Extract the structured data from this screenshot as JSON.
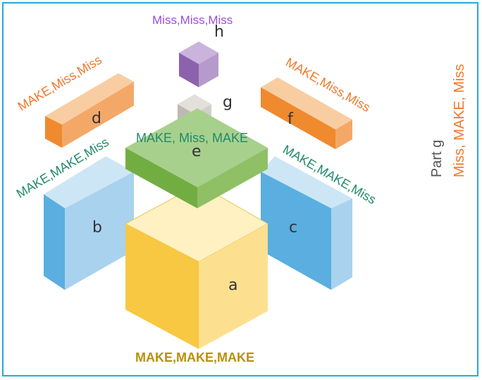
{
  "colors": {
    "border": "#2aa6de",
    "yellow_front": "#f8c842",
    "yellow_side": "#fde08f",
    "yellow_top": "#fff1c2",
    "blue_front": "#5aaee0",
    "blue_side": "#a9d2ee",
    "blue_top": "#cde6f5",
    "green_top": "#a8d08d",
    "green_side": "#72ad42",
    "orange_front": "#ef8a2e",
    "orange_side": "#f4a868",
    "orange_top": "#f9cda2",
    "gray_front": "#bbbbbb",
    "gray_top": "#dddddd",
    "purple_front": "#8c62ad",
    "purple_side": "#b69acb",
    "purple_top": "#cab4dc",
    "text_purple": "#9a4dd6",
    "text_orange": "#f0782a",
    "text_teal": "#1f8a6a",
    "text_gold": "#b8900a",
    "text_gray": "#555555"
  },
  "parts": {
    "a": "a",
    "b": "b",
    "c": "c",
    "d": "d",
    "e": "e",
    "f": "f",
    "g": "g",
    "h": "h"
  },
  "labels": {
    "h": "Miss,Miss,Miss",
    "d": "MAKE,Miss,Miss",
    "f": "MAKE,Miss,Miss",
    "e": "MAKE, Miss, MAKE",
    "b": "MAKE,MAKE,Miss",
    "c": "MAKE,MAKE,Miss",
    "a": "MAKE,MAKE,MAKE"
  },
  "side_note": {
    "title": "Part g",
    "value": "Miss, MAKE, Miss"
  }
}
